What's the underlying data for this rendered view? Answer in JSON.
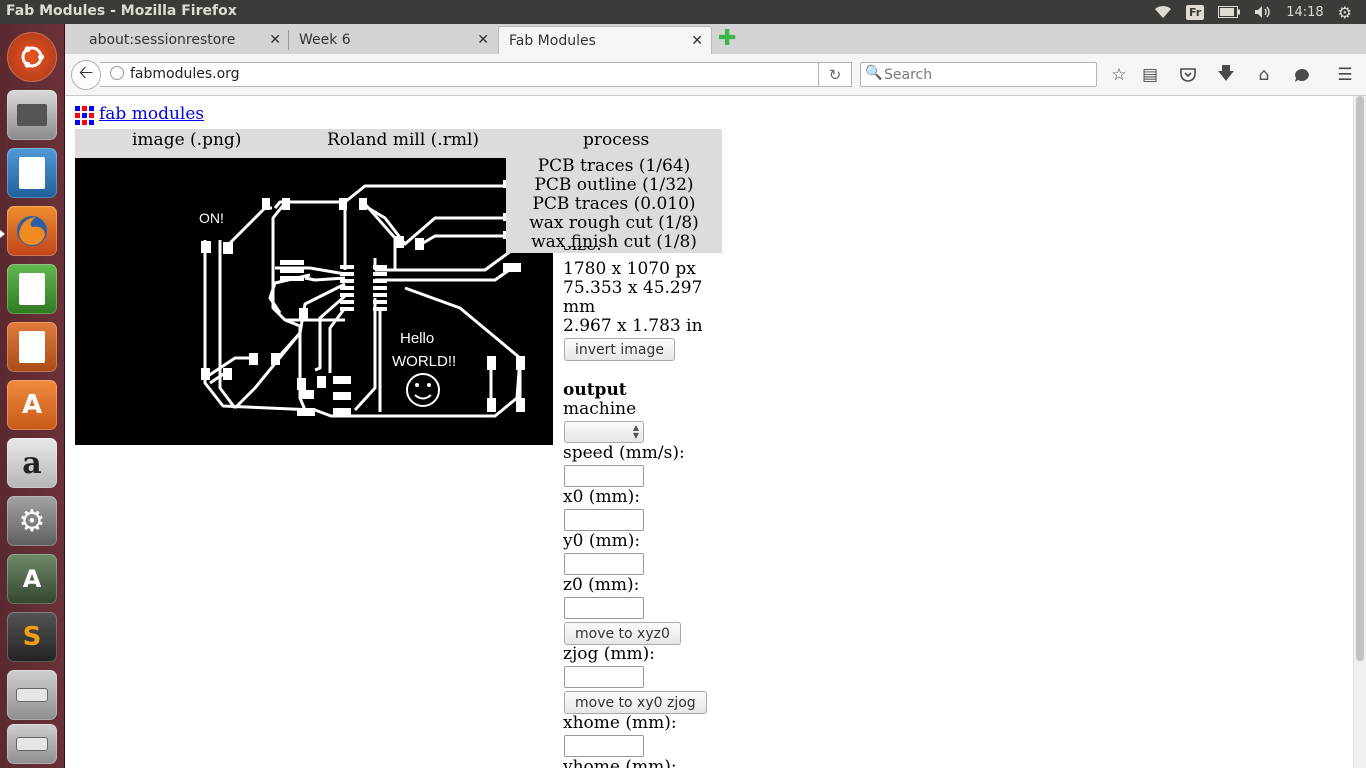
{
  "system": {
    "window_title": "Fab Modules - Mozilla Firefox",
    "keyboard_layout": "Fr",
    "clock": "14:18",
    "icons": [
      "wifi-icon",
      "keyboard-layout-badge",
      "battery-icon",
      "volume-icon",
      "gear-icon"
    ]
  },
  "launcher": {
    "apps": [
      "ubuntu-dash",
      "files",
      "libreoffice-writer",
      "firefox",
      "libreoffice-calc",
      "libreoffice-impress",
      "ubuntu-software-center",
      "amazon",
      "system-settings",
      "software-updater",
      "sublime-text",
      "drive-1",
      "drive-2"
    ]
  },
  "browser": {
    "tabs": [
      {
        "label": "about:sessionrestore",
        "active": false
      },
      {
        "label": "Week 6",
        "active": false
      },
      {
        "label": "Fab Modules",
        "active": true
      }
    ],
    "url": "fabmodules.org",
    "search_placeholder": "Search",
    "toolbar_icons": [
      "bookmark-star-icon",
      "reading-list-icon",
      "pocket-icon",
      "download-icon",
      "home-icon",
      "chat-icon",
      "menu-icon"
    ]
  },
  "page": {
    "logo_link": "fab modules",
    "header": {
      "input_format": "image (.png)",
      "output_format": "Roland mill (.rml)",
      "process": "process"
    },
    "process_options": [
      "PCB traces (1/64)",
      "PCB outline (1/32)",
      "PCB traces (0.010)",
      "wax rough cut (1/8)",
      "wax finish cut (1/8)"
    ],
    "pcb_image": {
      "label_on": "ON!",
      "label_hello": "Hello",
      "label_world": "WORLD!!"
    },
    "image_info": {
      "size_label": "size:",
      "pixels": "1780 x 1070 px",
      "mm_line1": "75.353 x 45.297",
      "mm_line2": "mm",
      "inches": "2.967 x 1.783 in",
      "invert_button": "invert image"
    },
    "output": {
      "heading": "output",
      "machine_label": "machine",
      "machine_value": "",
      "speed_label": "speed (mm/s):",
      "x0_label": "x0 (mm):",
      "y0_label": "y0 (mm):",
      "z0_label": "z0 (mm):",
      "move_xyz0_button": "move to xyz0",
      "zjog_label": "zjog (mm):",
      "move_xy0_zjog_button": "move to xy0 zjog",
      "xhome_label": "xhome (mm):",
      "yhome_label": "yhome (mm):"
    }
  }
}
